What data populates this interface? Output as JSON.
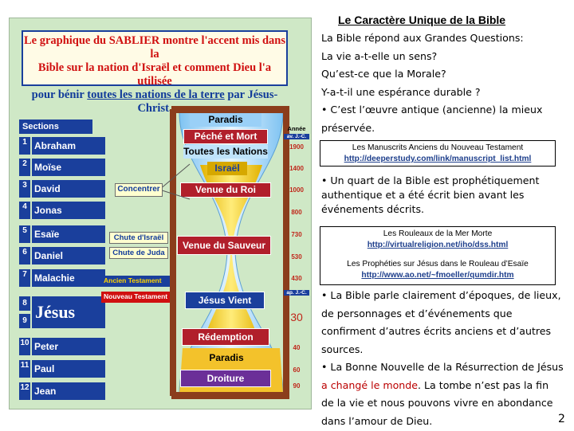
{
  "title": "Le Caractère Unique de la Bible",
  "graphic": {
    "banner": {
      "line1": "Le graphique du SABLIER montre l'accent mis dans la",
      "line2": "Bible sur la nation d'Israël et comment Dieu l'a utilisée",
      "line3_pre": "pour bénir ",
      "line3_u": "toutes les nations de la terre",
      "line3_post": " par Jésus-Christ."
    },
    "sections_header": "Sections",
    "sections": [
      {
        "num": "1",
        "name": "Abraham"
      },
      {
        "num": "2",
        "name": "Moïse"
      },
      {
        "num": "3",
        "name": "David"
      },
      {
        "num": "4",
        "name": "Jonas"
      },
      {
        "num": "5",
        "name": "Esaïe"
      },
      {
        "num": "6",
        "name": "Daniel"
      },
      {
        "num": "7",
        "name": "Malachie"
      }
    ],
    "jesus": {
      "num1": "8",
      "num2": "9",
      "name": "Jésus"
    },
    "sections_after": [
      {
        "num": "10",
        "name": "Peter"
      },
      {
        "num": "11",
        "name": "Paul"
      },
      {
        "num": "12",
        "name": "Jean"
      }
    ],
    "hourglass_labels": {
      "paradis_top": "Paradis",
      "peche": "Péché et Mort",
      "nations": "Toutes les Nations",
      "israel": "Israël",
      "venue_roi": "Venue du Roi",
      "venue_sauveur": "Venue du Sauveur",
      "jesus_vient": "Jésus Vient",
      "redemption": "Rédemption",
      "paradis_bottom": "Paradis",
      "droiture": "Droiture"
    },
    "annotations": {
      "concentrer": "Concentrer",
      "chute_israel": "Chute d'Israël",
      "chute_juda": "Chute de Juda",
      "ancien": "Ancien Testament",
      "nouveau": "Nouveau Testament"
    },
    "years": {
      "header": "Année",
      "sub": "av. J.-C.",
      "y1900": "1900",
      "y1400": "1400",
      "y1000": "1000",
      "y800": "800",
      "y730": "730",
      "y530": "530",
      "y430": "430",
      "apres": "ap. J.-C.",
      "y30": "30",
      "y40": "40",
      "y60": "60",
      "y90": "90"
    }
  },
  "right": {
    "intro": [
      "La Bible répond aux Grandes Questions:",
      "La vie a-t-elle un sens?",
      "Qu’est-ce que la Morale?",
      "Y-a-t-il une espérance durable ?",
      "• C’est l’œuvre antique (ancienne) la mieux",
      "préservée."
    ],
    "box1_text": "Les Manuscrits Anciens du Nouveau Testament",
    "box1_link": "http://deeperstudy.com/link/manuscript_list.html",
    "bullet2": [
      "•   Un quart de la Bible est prophétiquement",
      "authentique et a été écrit bien avant les",
      "événements décrits."
    ],
    "box2_text": "Les Rouleaux de la Mer Morte",
    "box2_link": "http://virtualreligion.net/iho/dss.html",
    "box3_text": "Les Prophéties sur Jésus dans le Rouleau d’Esaïe",
    "box3_link": "http://www.ao.net/~fmoeller/qumdir.htm",
    "bullet3": [
      "• La Bible parle clairement d’époques, de lieux,",
      "de personnages et d’événements que",
      "confirment d’autres écrits anciens et d’autres",
      "sources."
    ],
    "bullet4_line1": "• La Bonne Nouvelle de la Résurrection de Jésus",
    "bullet4_red": "a changé le monde",
    "bullet4_rest": ". La tombe n’est pas la fin",
    "bullet4_line3": "de la vie et nous pouvons vivre en abondance",
    "bullet4_line4": "dans l’amour de Dieu."
  },
  "page_number": "2"
}
